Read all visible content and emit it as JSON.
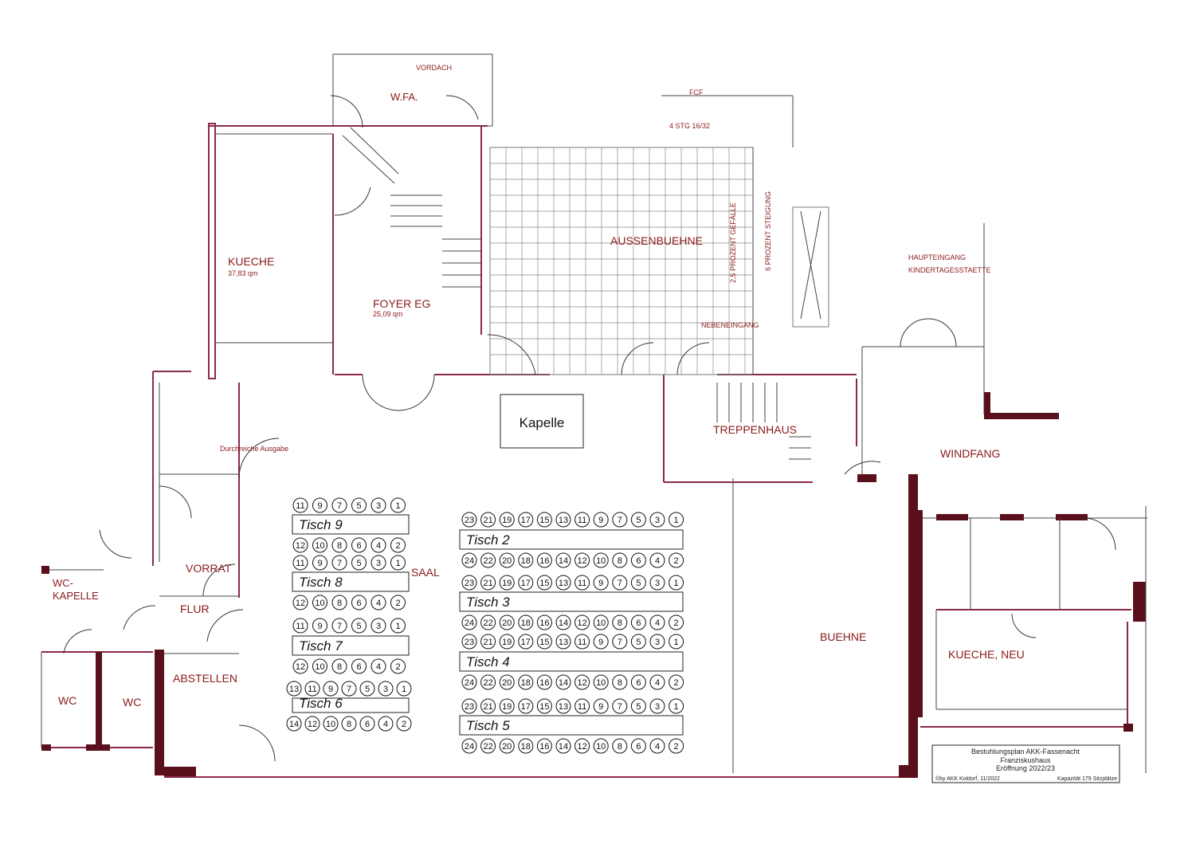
{
  "rooms": {
    "vordach": "VORDACH",
    "wfa": "W.FA.",
    "fcf": "FCF",
    "steps": "4 STG 16/32",
    "kueche": "KUECHE",
    "kueche_area": "37,83 qm",
    "foyer": "FOYER EG",
    "foyer_area": "25,09 qm",
    "aussenbuehne": "AUSSENBUEHNE",
    "steigung_25": "2,5 PROZENT GEFÄLLE",
    "steigung_6": "6 PROZENT STEIGUNG",
    "nebeneingang": "NEBENEINGANG",
    "haupteingang": "HAUPTEINGANG",
    "kindertagesstaette": "KINDERTAGESSTAETTE",
    "kapelle": "Kapelle",
    "treppenhaus": "TREPPENHAUS",
    "windfang": "WINDFANG",
    "durchreiche": "Durchreiche Ausgabe",
    "saal": "SAAL",
    "vorrat": "VORRAT",
    "wc_kapelle_1": "WC-",
    "wc_kapelle_2": "KAPELLE",
    "flur": "FLUR",
    "abstellen": "ABSTELLEN",
    "wc_1": "WC",
    "wc_2": "WC",
    "buehne": "BUEHNE",
    "kueche_neu": "KUECHE, NEU"
  },
  "tables": [
    {
      "label": "Tisch 9",
      "top": [
        "11",
        "9",
        "7",
        "5",
        "3",
        "1"
      ],
      "bottom": [
        "12",
        "10",
        "8",
        "6",
        "4",
        "2"
      ]
    },
    {
      "label": "Tisch 8",
      "top": [
        "11",
        "9",
        "7",
        "5",
        "3",
        "1"
      ],
      "bottom": [
        "12",
        "10",
        "8",
        "6",
        "4",
        "2"
      ]
    },
    {
      "label": "Tisch 7",
      "top": [
        "11",
        "9",
        "7",
        "5",
        "3",
        "1"
      ],
      "bottom": [
        "12",
        "10",
        "8",
        "6",
        "4",
        "2"
      ]
    },
    {
      "label": "Tisch 6",
      "top": [
        "13",
        "11",
        "9",
        "7",
        "5",
        "3",
        "1"
      ],
      "bottom": [
        "14",
        "12",
        "10",
        "8",
        "6",
        "4",
        "2"
      ]
    },
    {
      "label": "Tisch 2",
      "top": [
        "23",
        "21",
        "19",
        "17",
        "15",
        "13",
        "11",
        "9",
        "7",
        "5",
        "3",
        "1"
      ],
      "bottom": [
        "24",
        "22",
        "20",
        "18",
        "16",
        "14",
        "12",
        "10",
        "8",
        "6",
        "4",
        "2"
      ]
    },
    {
      "label": "Tisch 3",
      "top": [
        "23",
        "21",
        "19",
        "17",
        "15",
        "13",
        "11",
        "9",
        "7",
        "5",
        "3",
        "1"
      ],
      "bottom": [
        "24",
        "22",
        "20",
        "18",
        "16",
        "14",
        "12",
        "10",
        "8",
        "6",
        "4",
        "2"
      ]
    },
    {
      "label": "Tisch 4",
      "top": [
        "23",
        "21",
        "19",
        "17",
        "15",
        "13",
        "11",
        "9",
        "7",
        "5",
        "3",
        "1"
      ],
      "bottom": [
        "24",
        "22",
        "20",
        "18",
        "16",
        "14",
        "12",
        "10",
        "8",
        "6",
        "4",
        "2"
      ]
    },
    {
      "label": "Tisch 5",
      "top": [
        "23",
        "21",
        "19",
        "17",
        "15",
        "13",
        "11",
        "9",
        "7",
        "5",
        "3",
        "1"
      ],
      "bottom": [
        "24",
        "22",
        "20",
        "18",
        "16",
        "14",
        "12",
        "10",
        "8",
        "6",
        "4",
        "2"
      ]
    }
  ],
  "info_box": {
    "line1": "Bestuhlungsplan AKK-Fassenacht",
    "line2": "Franziskushaus",
    "line3": "Eröffnung 2022/23",
    "line4": "©by AKK Koldorf, 11/2022",
    "line5": "Kapazität 179 Sitzplätze"
  },
  "colors": {
    "label": "#8b1a1a",
    "wall": "#5a0f1c",
    "wall_outline": "#8a2a4a"
  }
}
